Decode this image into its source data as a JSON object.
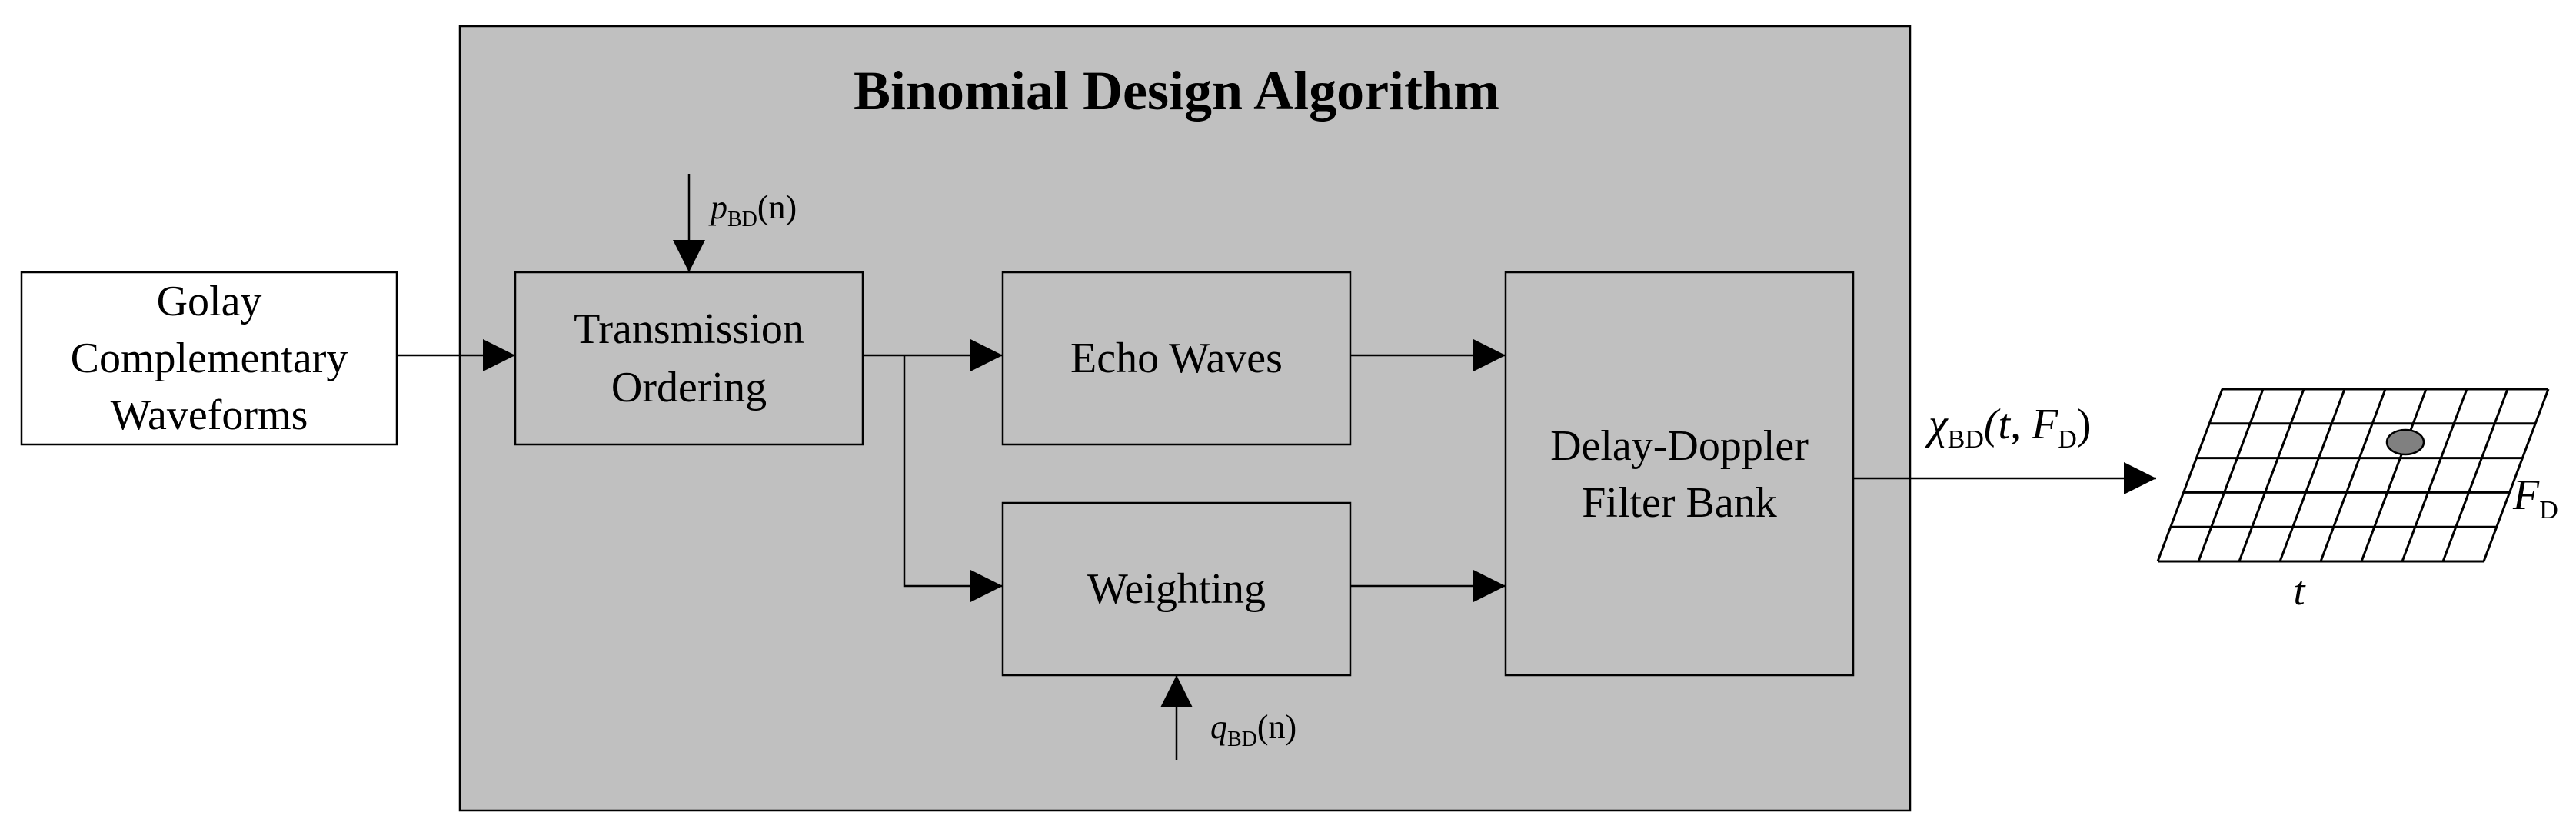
{
  "title": "Binomial Design Algorithm",
  "blocks": {
    "input": {
      "lines": [
        "Golay",
        "Complementary",
        "Waveforms"
      ]
    },
    "transmission": {
      "lines": [
        "Transmission",
        "Ordering"
      ]
    },
    "echo": {
      "lines": [
        "Echo Waves"
      ]
    },
    "weighting": {
      "lines": [
        "Weighting"
      ]
    },
    "filterbank": {
      "lines": [
        "Delay-Doppler",
        "Filter Bank"
      ]
    }
  },
  "signals": {
    "p": {
      "symbol": "p",
      "sub": "BD",
      "arg": "(n)"
    },
    "q": {
      "symbol": "q",
      "sub": "BD",
      "arg": "(n)"
    },
    "chi": {
      "symbol": "χ",
      "sub": "BD",
      "open": "(t, F",
      "sub2": "D",
      "close": ")"
    }
  },
  "grid": {
    "x_axis": "t",
    "y_axis": {
      "symbol": "F",
      "sub": "D"
    }
  },
  "colors": {
    "panel": "#c0c0c0",
    "input_box": "#ffffff",
    "stroke": "#000000",
    "dot": "#808080"
  }
}
